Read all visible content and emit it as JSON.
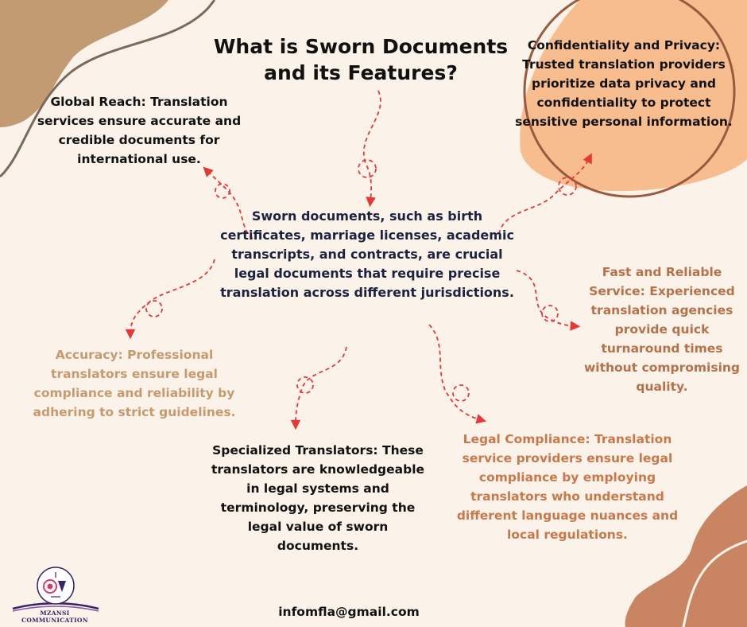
{
  "title": "What is Sworn Documents and its Features?",
  "center_text": "Sworn documents, such as birth certificates, marriage licenses, academic transcripts, and contracts, are crucial legal documents that require precise translation across different jurisdictions.",
  "features": {
    "global_reach": "Global Reach: Translation services ensure accurate and credible documents for international use.",
    "confidentiality": "Confidentiality and Privacy: Trusted translation providers prioritize data privacy and confidentiality to protect sensitive personal information.",
    "fast_service": "Fast and Reliable Service: Experienced translation agencies provide quick turnaround times without compromising quality.",
    "accuracy": "Accuracy: Professional translators ensure legal compliance and reliability by adhering to strict guidelines.",
    "specialized": "Specialized Translators: These translators are knowledgeable in legal systems and terminology, preserving the legal value of sworn documents.",
    "legal_compliance": "Legal Compliance: Translation service providers ensure legal compliance by employing translators who understand different language nuances and local regulations."
  },
  "footer": {
    "email": "infomfla@gmail.com",
    "brand": "MZANSI COMMUNICATION"
  },
  "colors": {
    "background": "#fbf3ea",
    "blob_tan": "#c39b73",
    "blob_peach": "#f8bd8f",
    "blob_rust": "#c98561",
    "arrow_red": "#e53935",
    "accent_dark": "#3b2466"
  }
}
